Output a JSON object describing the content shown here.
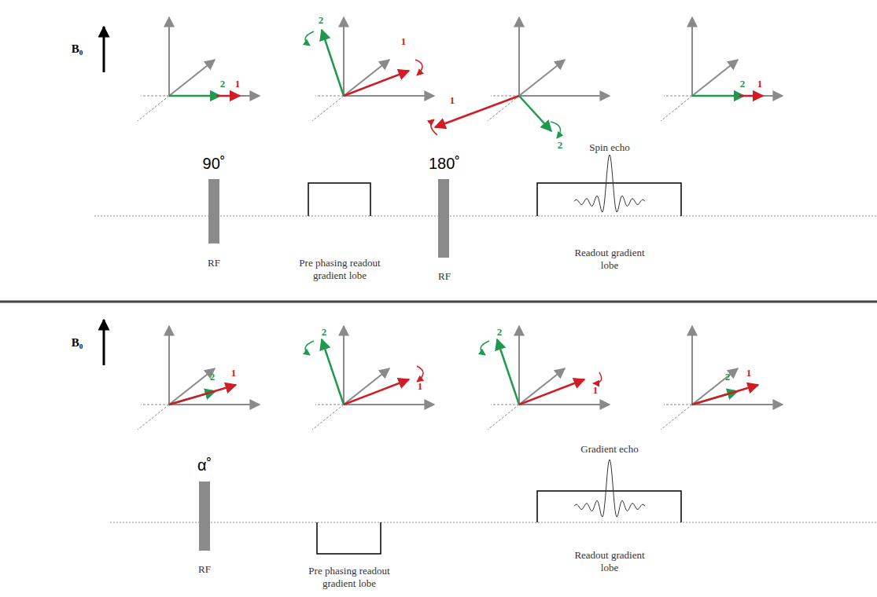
{
  "diagram": {
    "labels": [
      "B₀",
      "2",
      "1",
      "2",
      "1",
      "1",
      "2",
      "2",
      "1",
      "90˚",
      "180˚",
      "Spin echo",
      "Pre phasing readout gradient lobe",
      "RF",
      "RF",
      "Readout gradient lobe",
      "B₀",
      "2",
      "1",
      "2",
      "1",
      "2",
      "1",
      "2",
      "1",
      "α˚",
      "Gradient echo",
      "RF",
      "Readout gradient lobe",
      "Pre phasing readout gradient lobe"
    ]
  }
}
